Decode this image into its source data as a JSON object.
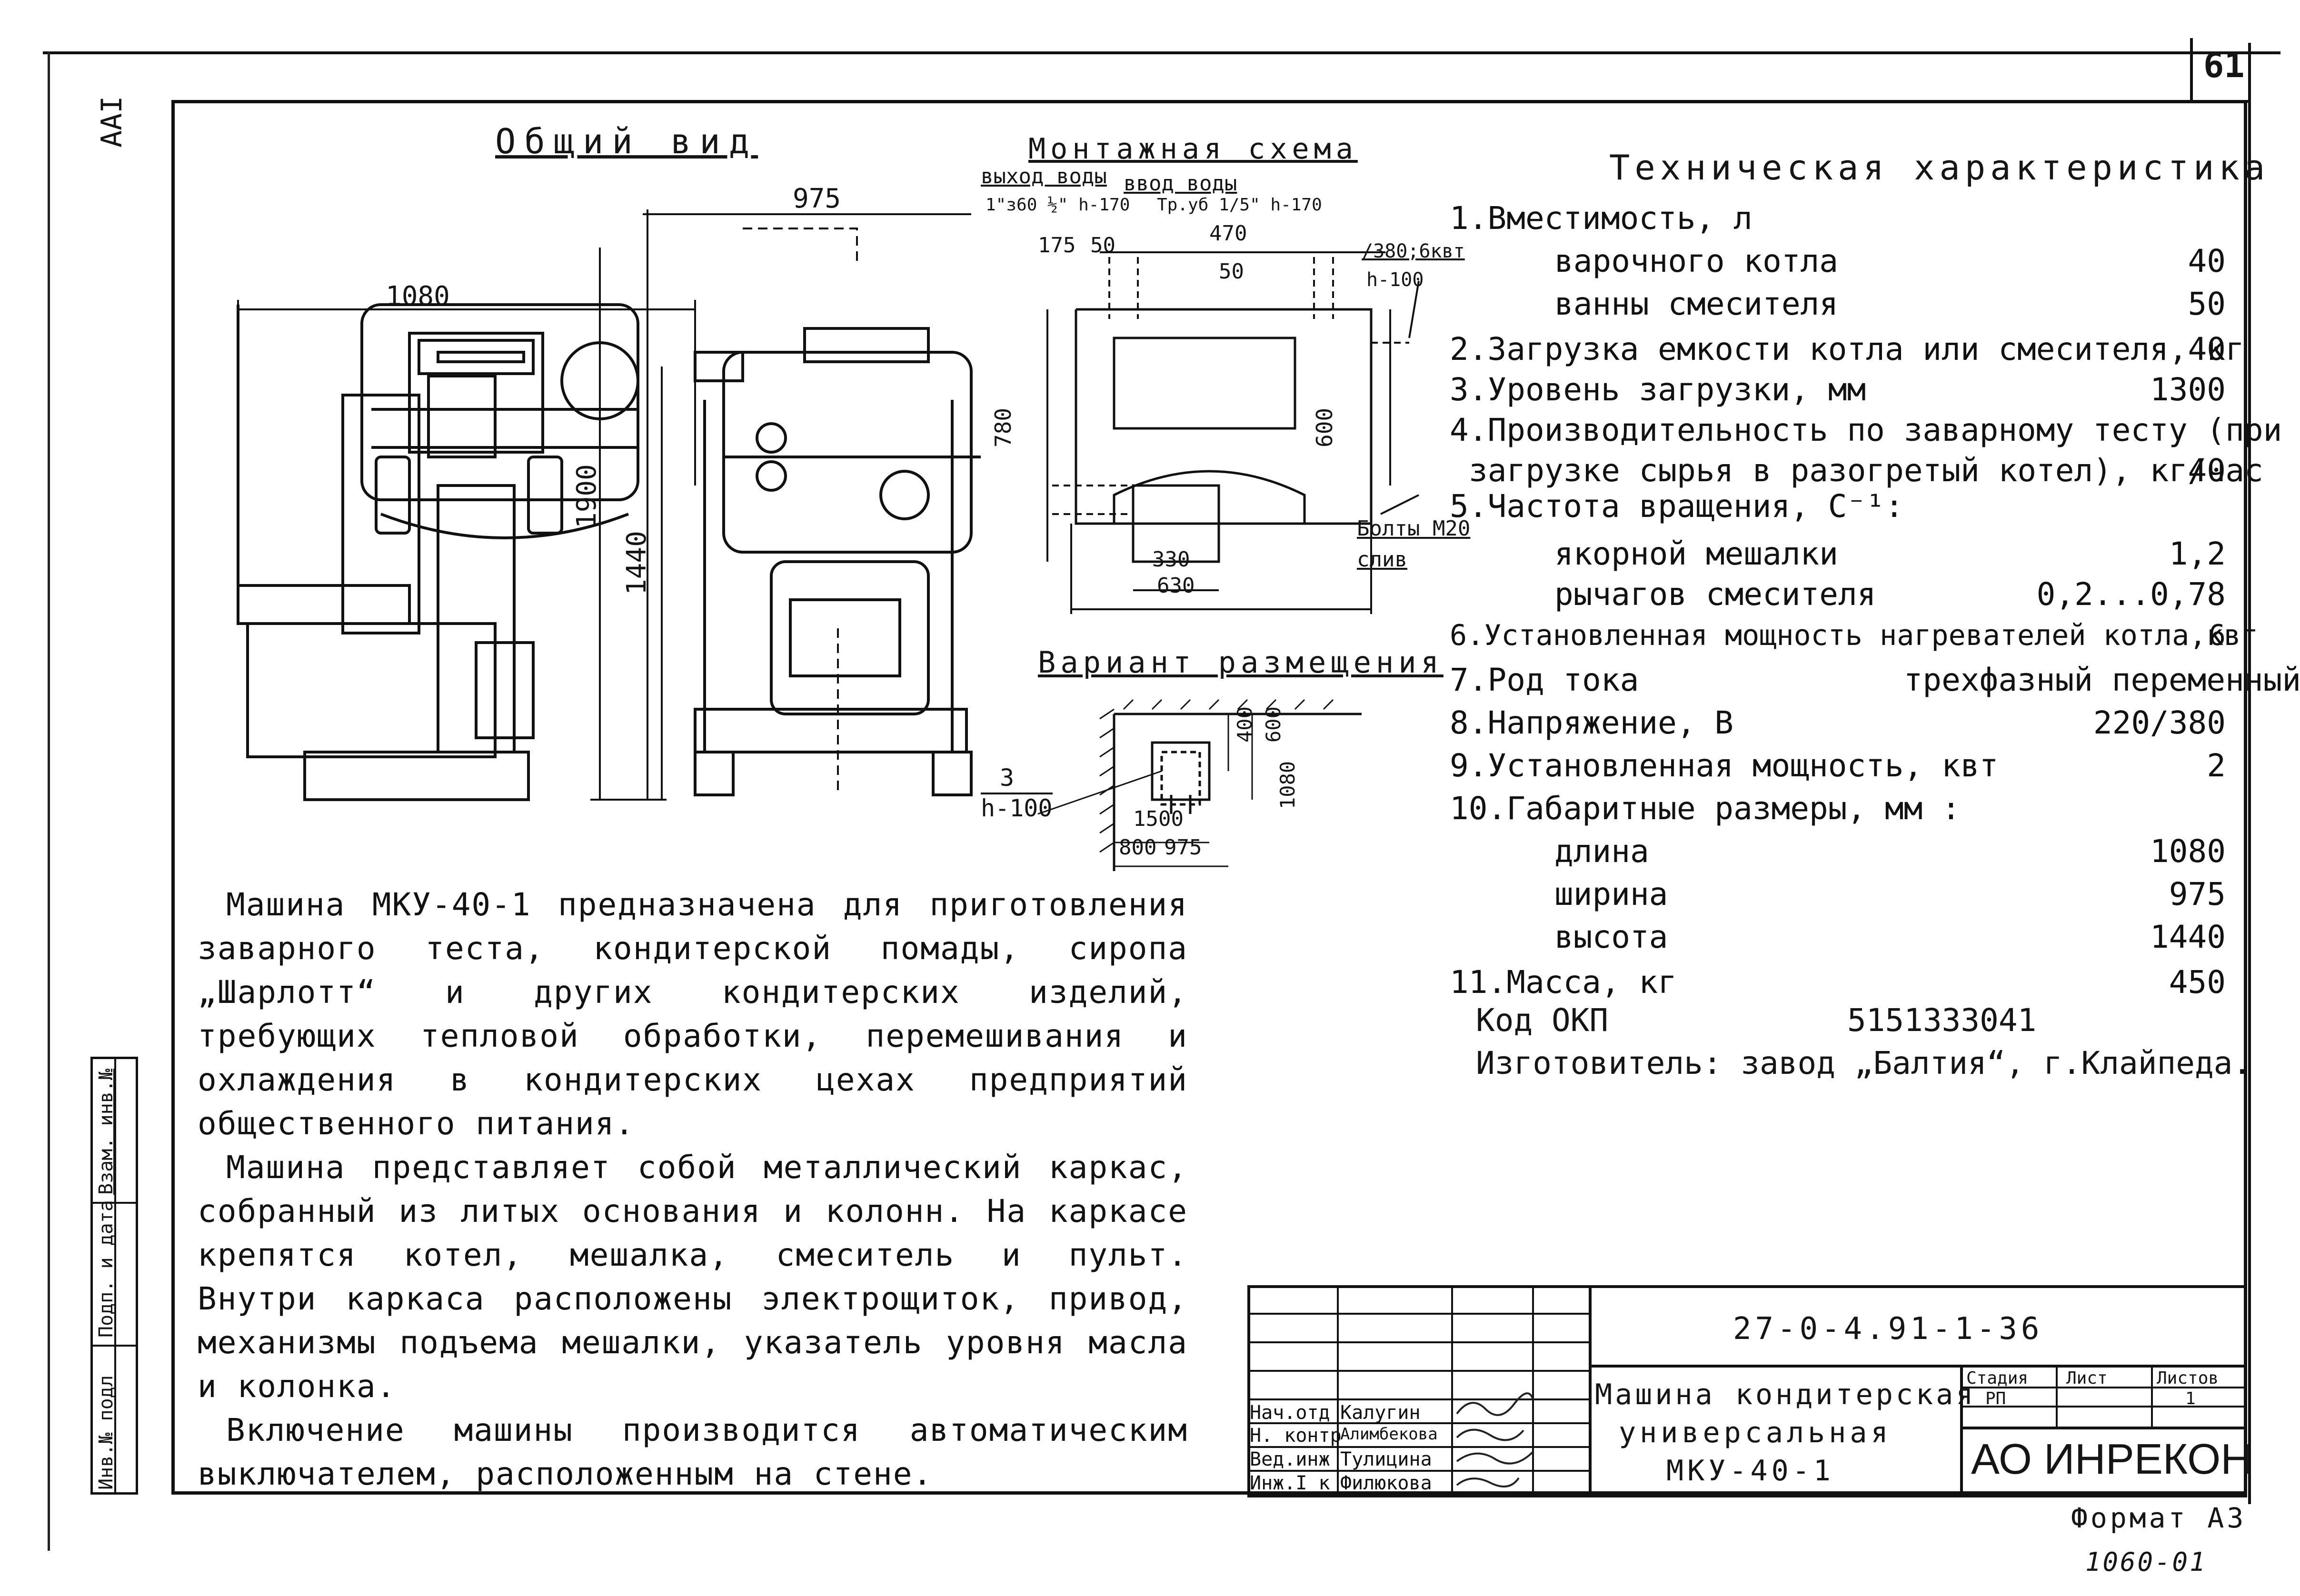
{
  "sheet": {
    "page_number": "61",
    "format_label": "Формат А3",
    "footer_code": "1060-01",
    "margin_label": "ААI"
  },
  "views": {
    "general_title": "Общий вид",
    "mounting_title": "Монтажная схема",
    "placement_title": "Вариант размещения",
    "dims_general": {
      "width_top": "975",
      "width_left": "1080",
      "h1900": "1900",
      "h1440": "1440"
    },
    "mounting_labels": {
      "water_out": "выход воды",
      "water_in": "ввод воды",
      "water_out_size": "1\"з60 ½\" h-170",
      "water_in_size": "Тр.уб 1/5\" h-170",
      "dim_470": "470",
      "dim_175": "175",
      "dim_50a": "50",
      "dim_50b": "50",
      "dim_780": "780",
      "dim_600": "600",
      "dim_330": "330",
      "dim_630": "630",
      "power": "/380;6квт",
      "power_h": "h-100",
      "bolt": "Болты М20",
      "drain": "слив"
    },
    "placement_labels": {
      "dim_400": "400",
      "dim_600": "600",
      "dim_1080": "1080",
      "dim_1500": "1500",
      "dim_800": "800",
      "dim_975": "975",
      "mark_3": "3",
      "mark_h100": "h-100"
    }
  },
  "specs": {
    "title": "Техническая характеристика",
    "rows": [
      {
        "label": "1.Вместимость, л",
        "value": ""
      },
      {
        "label": "варочного котла",
        "value": "40",
        "indent": true
      },
      {
        "label": "ванны смесителя",
        "value": "50",
        "indent": true
      },
      {
        "label": "2.Загрузка емкости котла или смесителя, кг",
        "value": "40"
      },
      {
        "label": "3.Уровень загрузки, мм",
        "value": "1300"
      },
      {
        "label": "4.Производительность по заварному тесту (при",
        "value": ""
      },
      {
        "label": "загрузке сырья в разогретый котел), кг/час",
        "value": "40",
        "indent_small": true
      },
      {
        "label": "5.Частота вращения, С⁻¹:",
        "value": ""
      },
      {
        "label": "якорной мешалки",
        "value": "1,2",
        "indent": true
      },
      {
        "label": "рычагов смесителя",
        "value": "0,2...0,78",
        "indent": true
      },
      {
        "label": "6.Установленная мощность нагревателей котла,квт",
        "value": "6"
      },
      {
        "label": "7.Род тока              трехфазный переменный",
        "value": ""
      },
      {
        "label": "8.Напряжение, В",
        "value": "220/380"
      },
      {
        "label": "9.Установленная мощность, квт",
        "value": "2"
      },
      {
        "label": "10.Габаритные размеры, мм :",
        "value": ""
      },
      {
        "label": "длина",
        "value": "1080",
        "indent": true
      },
      {
        "label": "ширина",
        "value": "975",
        "indent": true
      },
      {
        "label": "высота",
        "value": "1440",
        "indent": true
      },
      {
        "label": "11.Масса, кг",
        "value": "450"
      }
    ],
    "okp_label": "Код ОКП",
    "okp_value": "5151333041",
    "maker": "Изготовитель: завод „Балтия“, г.Клайпеда."
  },
  "description": {
    "p1": "Машина МКУ-40-1 предназначена для приготовления заварного теста, кондитерской помады, сиропа „Шарлотт“ и других кондитерских изделий, требующих тепловой обработки, перемешивания и охлаждения в кондитерских цехах предприятий общественного питания.",
    "p2": "Машина представляет собой металлический каркас, собранный из литых основания и колонн. На каркасе крепятся котел, мешалка, смеситель и пульт. Внутри каркаса расположены электрощиток, привод, механизмы подъема мешалки, указатель уровня масла и колонка.",
    "p3": "Включение машины производится автоматическим выключателем, расположенным на стене."
  },
  "side_stamp": {
    "inv_no": "Инв.№ подл",
    "sign_date": "Подп. и дата",
    "vzam": "Взам. инв.№"
  },
  "title_block": {
    "doc_code": "27-0-4.91-1-36",
    "name_line1": "Машина кондитерская",
    "name_line2": "универсальная",
    "name_line3": "МКУ-40-1",
    "stage_hdr": "Стадия",
    "sheet_hdr": "Лист",
    "sheets_hdr": "Листов",
    "stage_val": "РП",
    "sheets_val": "1",
    "company": "АО ИНРЕКОН",
    "people": [
      {
        "role": "Нач.отд",
        "name": "Калугин"
      },
      {
        "role": "Н. контр",
        "name": "Алимбекова"
      },
      {
        "role": "Вед.инж",
        "name": "Тулицина"
      },
      {
        "role": "Инж.I к",
        "name": "Филюкова"
      }
    ]
  }
}
